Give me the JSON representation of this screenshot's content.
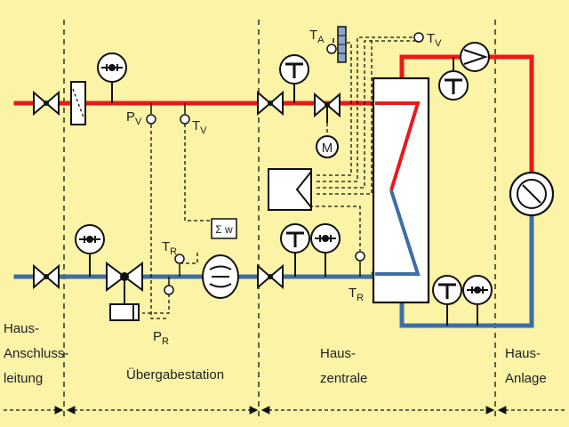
{
  "colors": {
    "background": "#fbf3a6",
    "supply_line": "#e8191b",
    "return_line": "#3d6ea6",
    "stroke": "#111111",
    "component_fill": "#ffffff"
  },
  "section_labels": {
    "haus_anschlussleitung": [
      "Haus-",
      "Anschluss-",
      "leitung"
    ],
    "uebergabestation": [
      "Übergabestation"
    ],
    "hauszentrale": [
      "Haus-",
      "zentrale"
    ],
    "hausanlage": [
      "Haus-",
      "Anlage"
    ]
  },
  "sensor_labels": {
    "pv": {
      "main": "P",
      "sub": "V"
    },
    "tv_transfer": {
      "main": "T",
      "sub": "V"
    },
    "ta": {
      "main": "T",
      "sub": "A"
    },
    "tv_central": {
      "main": "T",
      "sub": "V"
    },
    "tr_transfer": {
      "main": "T",
      "sub": "R"
    },
    "pr": {
      "main": "P",
      "sub": "R"
    },
    "tr_central": {
      "main": "T",
      "sub": "R"
    }
  },
  "component_labels": {
    "motor": "M",
    "heat_meter": "Σ w"
  },
  "icons": [
    "ball-valve-icon",
    "strainer-icon",
    "pressure-gauge-icon",
    "thermometer-icon",
    "control-valve-icon",
    "motor-actuator-icon",
    "controller-icon",
    "pump-icon",
    "heat-meter-icon",
    "flow-meter-icon",
    "storage-tank-icon",
    "radiator-consumer-icon"
  ]
}
